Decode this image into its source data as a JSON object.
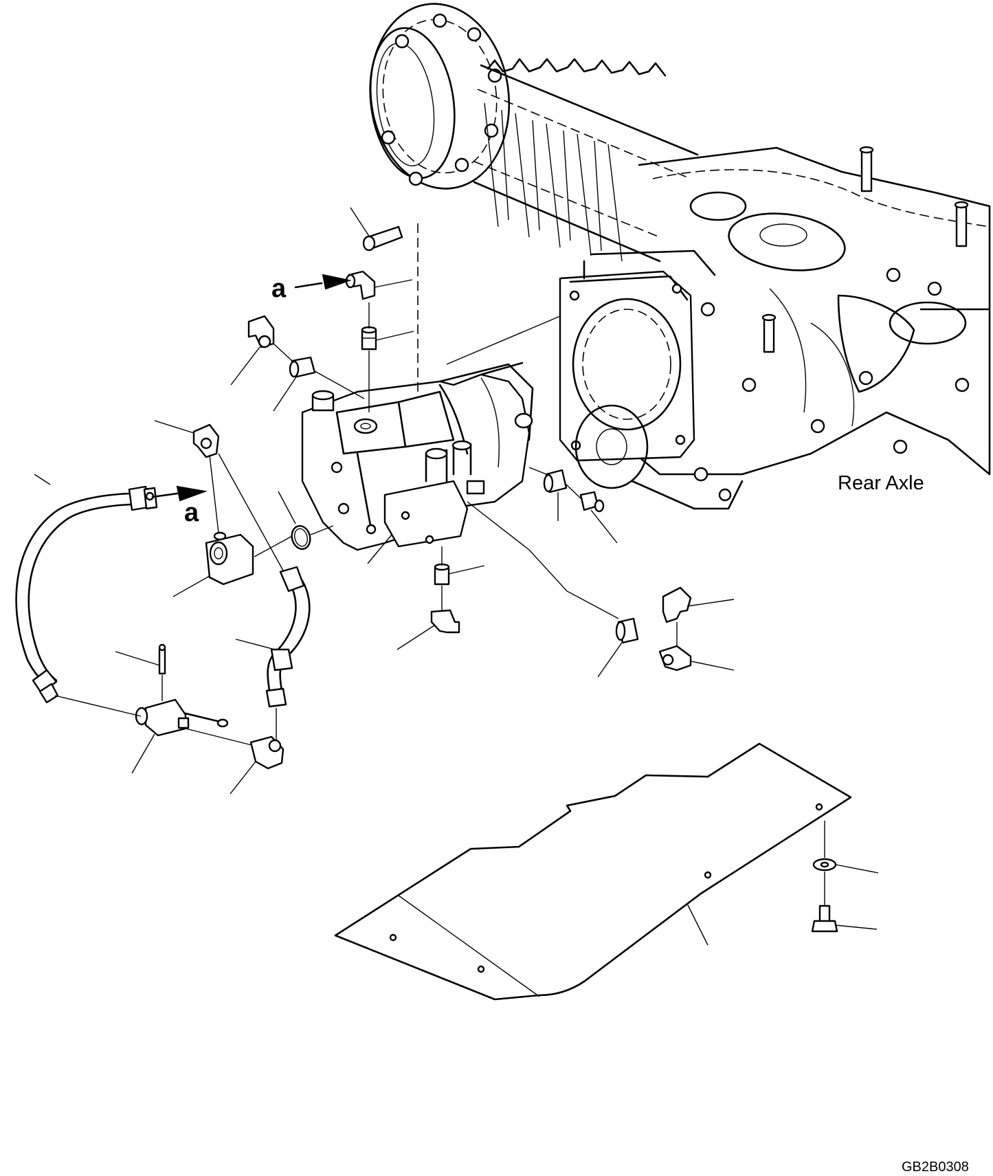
{
  "callouts": {
    "arrow_top": "a",
    "arrow_left": "a"
  },
  "axle_label": "Rear Axle",
  "figure_code": "GB2B0308"
}
